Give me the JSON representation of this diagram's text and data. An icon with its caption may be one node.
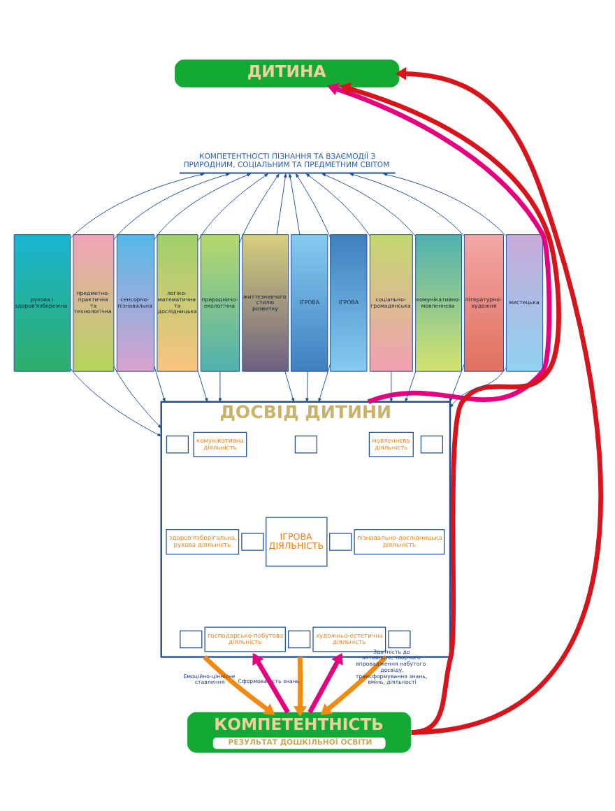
{
  "diagram": {
    "nodes": [
      {
        "text": [
          "ДИТИНА"
        ]
      },
      {
        "text": [
          "КОМПЕТЕНТНОСТІ ПІЗНАННЯ ТА ВЗАЄМОДІЇ З ПРИРОДНИМ, СОЦІАЛЬНИМ ТА ПРЕДМЕТНИМ СВІТОМ"
        ]
      },
      {
        "text": [
          "рухова і здоров'язбережна"
        ]
      },
      {
        "text": [
          "предметно-практична та технологічна"
        ]
      },
      {
        "text": [
          "сенсорно-пізнавальна"
        ]
      },
      {
        "text": [
          "логіко-математична та дослідницька"
        ]
      },
      {
        "text": [
          "природничо-екологічна"
        ]
      },
      {
        "text": [
          "життєзнавчого стилю розвитку"
        ]
      },
      {
        "text": [
          "ІГРОВА"
        ]
      },
      {
        "text": [
          "ІГРОВА"
        ]
      },
      {
        "text": [
          "соціально-громадянська"
        ]
      },
      {
        "text": [
          "комунікативно-мовленнєва"
        ]
      },
      {
        "text": [
          "літературно-художня"
        ]
      },
      {
        "text": [
          "мистецька"
        ]
      },
      {
        "text": [
          "ДОСВІД ДИТИНИ"
        ]
      },
      {
        "text": [],
        "shape": "box",
        "in": 14
      },
      {
        "text": [
          "комунікативна діяльність"
        ],
        "in": 14
      },
      {
        "text": [
          "ІГРОВА ДІЯЛЬНІСТЬ"
        ],
        "in": 14
      },
      {
        "text": [],
        "shape": "box",
        "in": 14
      },
      {
        "text": [
          "мовленнєва діяльність"
        ],
        "in": 14
      },
      {
        "text": [],
        "shape": "box",
        "in": 14
      },
      {
        "text": [
          "здоров'язберігальна, рухова діяльність"
        ],
        "in": 14
      },
      {
        "text": [],
        "shape": "box",
        "in": 14
      },
      {
        "text": [],
        "shape": "box",
        "in": 14
      },
      {
        "text": [
          "пізнавально-дослідницька діяльність"
        ],
        "in": 14
      },
      {
        "text": [],
        "shape": "box",
        "in": 14
      },
      {
        "text": [
          "господарсько-побутова діяльність"
        ],
        "in": 14
      },
      {
        "text": [],
        "shape": "box",
        "in": 14
      },
      {
        "text": [
          "художньо-естетична діяльність"
        ],
        "in": 14
      },
      {
        "text": [],
        "shape": "box",
        "in": 14
      },
      {
        "text": [
          "КОМПЕТЕНТНІСТЬ",
          "РЕЗУЛЬТАТ ДОШКІЛЬНОЇ ОСВІТИ"
        ]
      }
    ],
    "edges": [
      {
        "from": 2,
        "to": 1,
        "arrow": "to"
      },
      {
        "from": 2,
        "to": 14,
        "arrow": "to"
      },
      {
        "from": 3,
        "to": 1,
        "arrow": "to"
      },
      {
        "from": 3,
        "to": 14,
        "arrow": "to"
      },
      {
        "from": 4,
        "to": 1,
        "arrow": "to"
      },
      {
        "from": 4,
        "to": 14,
        "arrow": "to"
      },
      {
        "from": 5,
        "to": 1,
        "arrow": "to"
      },
      {
        "from": 5,
        "to": 14,
        "arrow": "to"
      },
      {
        "from": 6,
        "to": 1,
        "arrow": "to"
      },
      {
        "from": 6,
        "to": 14,
        "arrow": "to"
      },
      {
        "from": 7,
        "to": 1,
        "arrow": "to"
      },
      {
        "from": 7,
        "to": 14,
        "arrow": "to"
      },
      {
        "from": 8,
        "to": 1,
        "arrow": "to"
      },
      {
        "from": 8,
        "to": 14,
        "arrow": "to"
      },
      {
        "from": 9,
        "to": 1,
        "arrow": "to"
      },
      {
        "from": 9,
        "to": 14,
        "arrow": "to"
      },
      {
        "from": 10,
        "to": 1,
        "arrow": "to"
      },
      {
        "from": 10,
        "to": 14,
        "arrow": "to"
      },
      {
        "from": 11,
        "to": 1,
        "arrow": "to"
      },
      {
        "from": 11,
        "to": 14,
        "arrow": "to"
      },
      {
        "from": 12,
        "to": 1,
        "arrow": "to"
      },
      {
        "from": 12,
        "to": 14,
        "arrow": "to"
      },
      {
        "from": 13,
        "to": 1,
        "arrow": "to"
      },
      {
        "from": 13,
        "to": 14,
        "arrow": "to"
      },
      {
        "from": 14,
        "to": 0,
        "arrow": "to",
        "style": "thick",
        "color": "#e5007d"
      },
      {
        "from": 14,
        "to": 30,
        "arrow": "to",
        "label": "Емоційно-ціннісне ставлення",
        "style": "thick",
        "color": "#f08a10"
      },
      {
        "from": 14,
        "to": 30,
        "arrow": "to",
        "label": "Сформованість знань",
        "style": "thick",
        "color": "#f08a10"
      },
      {
        "from": 14,
        "to": 30,
        "arrow": "to",
        "label": "Здатність до активного, творчого впровадження набутого досвіду, трансформування знань, вмінь, діяльності",
        "style": "thick",
        "color": "#f08a10"
      },
      {
        "from": 30,
        "to": 14,
        "arrow": "to",
        "style": "thick",
        "color": "#e5007d"
      },
      {
        "from": 30,
        "to": 14,
        "arrow": "to",
        "style": "thick",
        "color": "#e5007d"
      },
      {
        "from": 30,
        "to": 0,
        "arrow": "to",
        "style": "thick",
        "color": "#d7141b"
      },
      {
        "from": 30,
        "to": 0,
        "arrow": "to",
        "style": "thick",
        "color": "#d7141b"
      }
    ]
  }
}
